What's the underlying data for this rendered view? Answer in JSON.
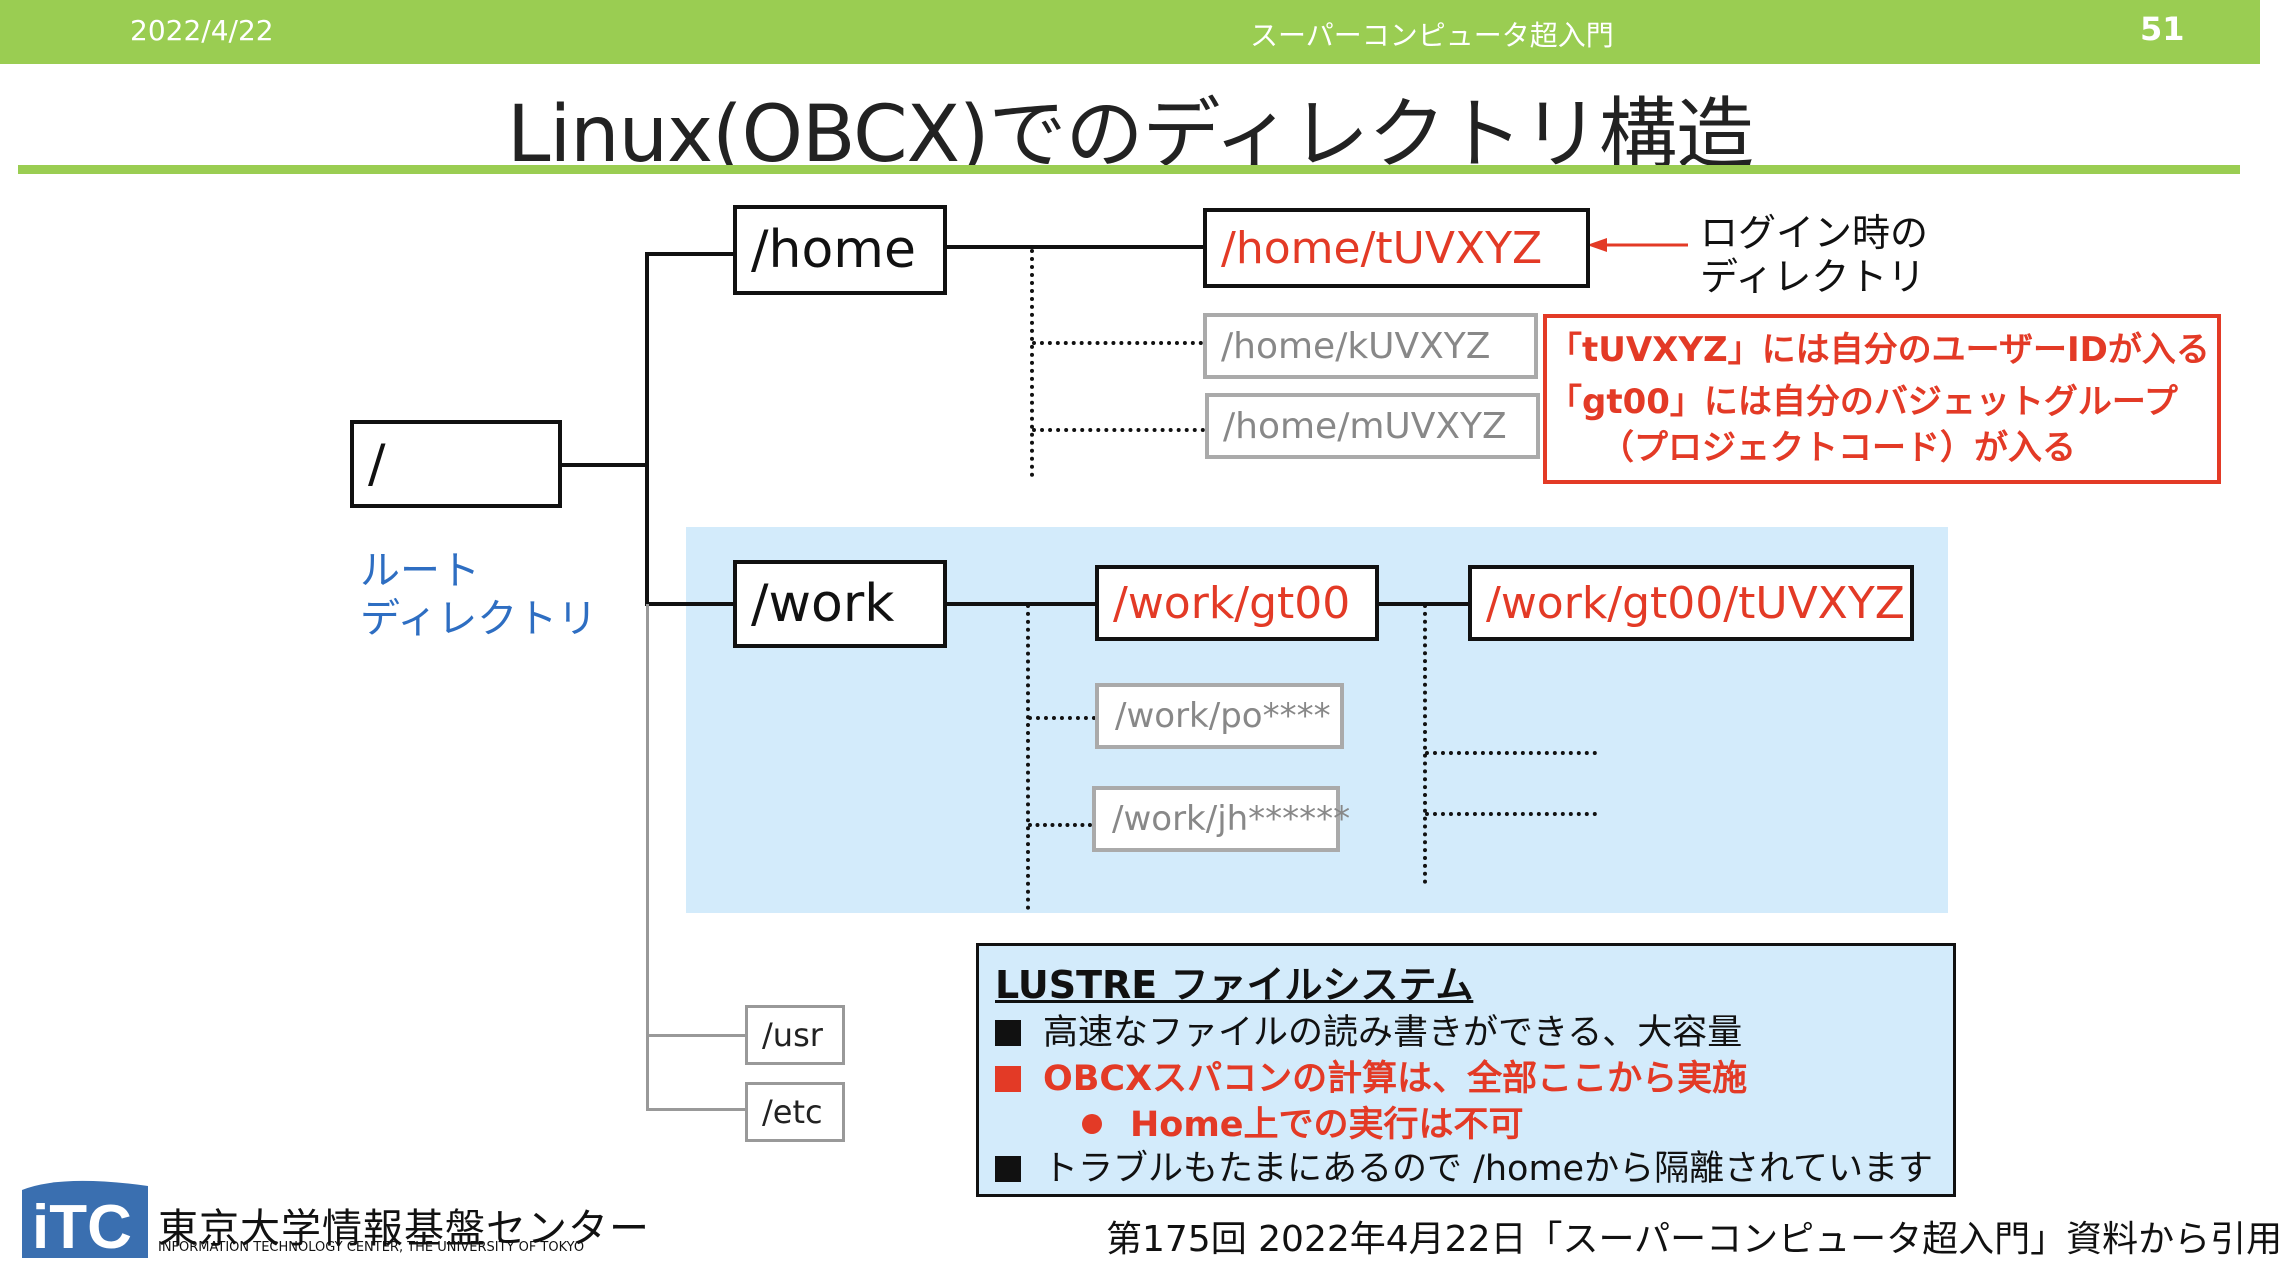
{
  "header": {
    "date": "2022/4/22",
    "title": "スーパーコンピュータ超入門",
    "page": "51"
  },
  "slide_title": "Linux(OBCX)でのディレクトリ構造",
  "tree": {
    "root": "/",
    "root_label": [
      "ルート",
      "ディレクトリ"
    ],
    "home": "/home",
    "home_user": "/home/tUVXYZ",
    "home_other1": "/home/kUVXYZ",
    "home_other2": "/home/mUVXYZ",
    "login_label": [
      "ログイン時の",
      "ディレクトリ"
    ],
    "work": "/work",
    "work_group": "/work/gt00",
    "work_user": "/work/gt00/tUVXYZ",
    "work_other1": "/work/po****",
    "work_other2": "/work/jh******",
    "usr": "/usr",
    "etc": "/etc"
  },
  "note": {
    "line1": "「tUVXYZ」には自分のユーザーIDが入る",
    "line2": "「gt00」には自分のバジェットグループ",
    "line3": "（プロジェクトコード）が入る"
  },
  "lustre": {
    "title": "LUSTRE ファイルシステム",
    "items": [
      "高速なファイルの読み書きができる、大容量",
      "OBCXスパコンの計算は、全部ここから実施",
      "Home上での実行は不可",
      "トラブルもたまにあるので /homeから隔離されています"
    ]
  },
  "logo": {
    "letters": "iTC",
    "name_jp": "東京大学情報基盤センター",
    "name_en": "INFORMATION TECHNOLOGY CENTER, THE UNIVERSITY OF TOKYO"
  },
  "footer": "第175回 2022年4月22日「スーパーコンピュータ超入門」資料から引用",
  "colors": {
    "header_green": "#9acd52",
    "red": "#e33a26",
    "blue": "#2e6ec2",
    "work_bg": "#d3ebfb"
  }
}
